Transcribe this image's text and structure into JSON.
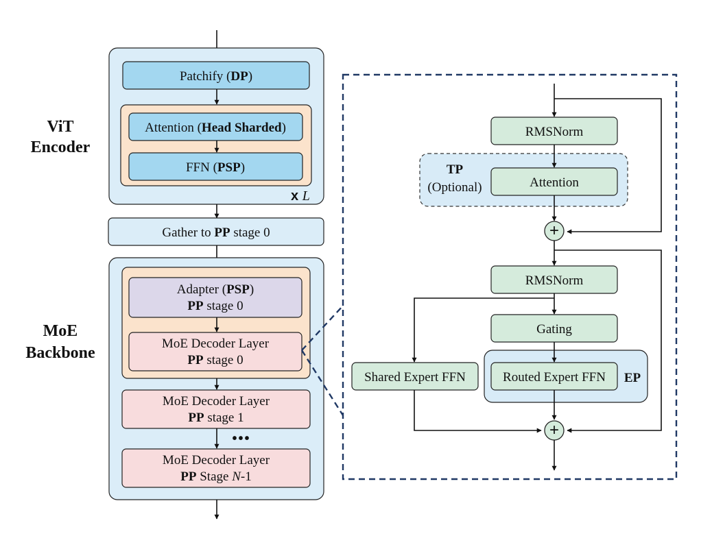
{
  "colors": {
    "outer_container": "#dbedf8",
    "blue_block": "#a3d7f0",
    "orange_group": "#fbe3cc",
    "purple_block": "#dcd7ea",
    "pink_block": "#f8dcdd",
    "green_block": "#d5ebdc",
    "light_blue_group": "#d8ebf7",
    "dashed_frame": "#1f3864"
  },
  "vit_encoder": {
    "label_line1": "ViT",
    "label_line2": "Encoder",
    "patchify": {
      "text": "Patchify (",
      "bold": "DP",
      "tail": ")"
    },
    "attention": {
      "text": "Attention (",
      "bold": "Head Sharded",
      "tail": ")"
    },
    "ffn": {
      "text": "FFN (",
      "bold": "PSP",
      "tail": ")"
    },
    "repeat_prefix": "x ",
    "repeat_var": "L"
  },
  "gather": {
    "text": "Gather to ",
    "bold": "PP",
    "tail": " stage 0"
  },
  "moe_backbone": {
    "label_line1": "MoE",
    "label_line2": "Backbone",
    "adapter": {
      "line1_text": "Adapter (",
      "line1_bold": "PSP",
      "line1_tail": ")",
      "line2_bold": "PP",
      "line2_tail": " stage 0"
    },
    "decoder_stage0": {
      "line1": "MoE Decoder Layer",
      "line2_bold": "PP",
      "line2_tail": " stage 0"
    },
    "decoder_stage1": {
      "line1": "MoE Decoder Layer",
      "line2_bold": "PP",
      "line2_tail": " stage 1"
    },
    "ellipsis": "•••",
    "decoder_stageN": {
      "line1": "MoE Decoder Layer",
      "line2_bold": "PP",
      "line2_mid": " Stage ",
      "line2_var": "N",
      "line2_tail": "-1"
    }
  },
  "decoder_detail": {
    "rmsnorm_top": "RMSNorm",
    "tp_label": "TP",
    "tp_optional": "(Optional)",
    "attention": "Attention",
    "plus_symbol": "+",
    "rmsnorm_bottom": "RMSNorm",
    "gating": "Gating",
    "shared_expert": "Shared Expert FFN",
    "routed_expert": "Routed Expert FFN",
    "ep_label": "EP"
  }
}
